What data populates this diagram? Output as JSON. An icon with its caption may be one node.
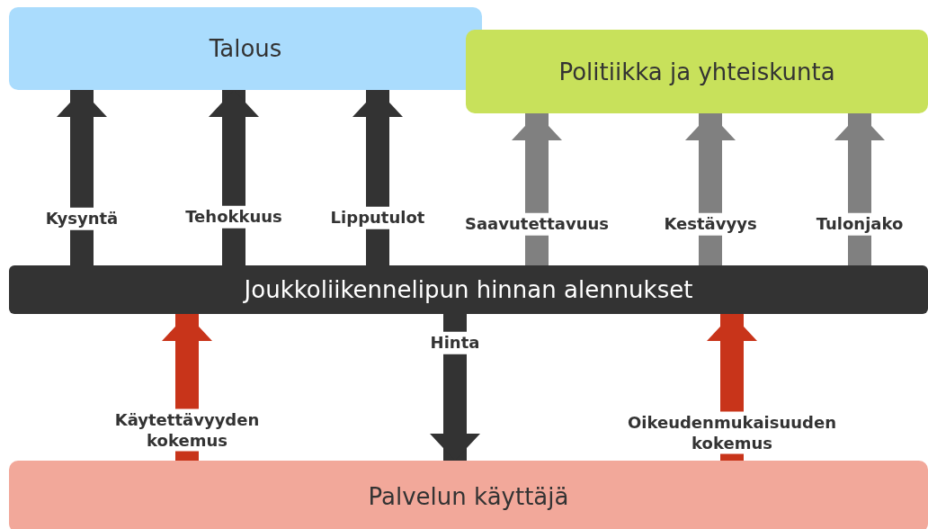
{
  "diagram": {
    "nodes": [
      {
        "text": [
          "Talous"
        ]
      },
      {
        "text": [
          "Politiikka ja yhteiskunta"
        ]
      },
      {
        "text": [
          "Joukkoliikennelipun hinnan alennukset"
        ]
      },
      {
        "text": [
          "Palvelun käyttäjä"
        ]
      }
    ],
    "edges": [
      {
        "from": 2,
        "to": 0,
        "arrow": "to",
        "label": "Kysyntä"
      },
      {
        "from": 2,
        "to": 0,
        "arrow": "to",
        "label": "Tehokkuus"
      },
      {
        "from": 2,
        "to": 0,
        "arrow": "to",
        "label": "Lipputulot"
      },
      {
        "from": 2,
        "to": 1,
        "arrow": "to",
        "label": "Saavutettavuus",
        "color": "#808080"
      },
      {
        "from": 2,
        "to": 1,
        "arrow": "to",
        "label": "Kestävyys",
        "color": "#808080"
      },
      {
        "from": 2,
        "to": 1,
        "arrow": "to",
        "label": "Tulonjako",
        "color": "#808080"
      },
      {
        "from": 3,
        "to": 2,
        "arrow": "to",
        "label": "Käytettävyyden kokemus",
        "color": "#c8341a"
      },
      {
        "from": 2,
        "to": 3,
        "arrow": "to",
        "label": "Hinta"
      },
      {
        "from": 3,
        "to": 2,
        "arrow": "to",
        "label": "Oikeudenmukaisuuden kokemus",
        "color": "#c8341a"
      }
    ]
  }
}
